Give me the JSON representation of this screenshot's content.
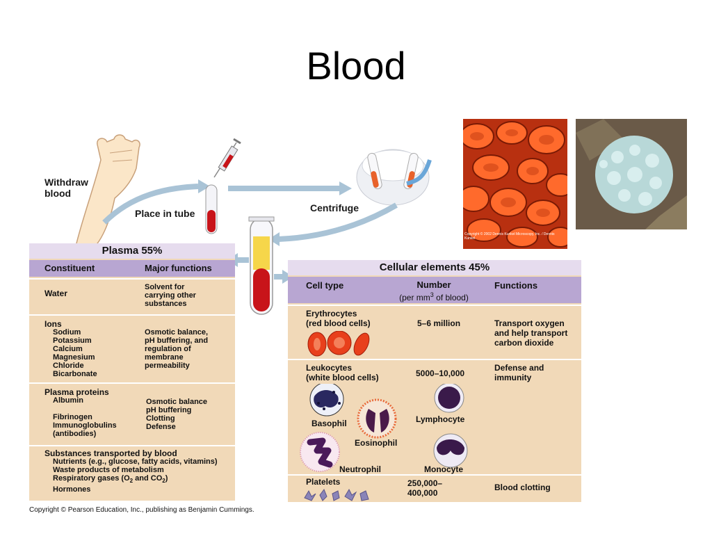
{
  "title": "Blood",
  "diagram": {
    "withdraw": [
      "Withdraw",
      "blood"
    ],
    "place_in_tube": "Place in tube",
    "centrifuge": "Centrifuge"
  },
  "plasma": {
    "heading": "Plasma 55%",
    "col_constituent": "Constituent",
    "col_functions": "Major functions",
    "water": {
      "name": "Water",
      "functions": [
        "Solvent for",
        "carrying other",
        "substances"
      ]
    },
    "ions": {
      "name": "Ions",
      "items": [
        "Sodium",
        "Potassium",
        "Calcium",
        "Magnesium",
        "Chloride",
        "Bicarbonate"
      ],
      "functions": [
        "Osmotic balance,",
        "pH buffering, and",
        "regulation of",
        "membrane",
        "permeability"
      ]
    },
    "proteins": {
      "name": "Plasma proteins",
      "albumin": "Albumin",
      "fibrinogen": "Fibrinogen",
      "immuno": "Immunoglobulins",
      "antibodies": "(antibodies)",
      "func1": "Osmotic balance",
      "func2": "pH buffering",
      "func3": "Clotting",
      "func4": "Defense"
    },
    "substances": {
      "name": "Substances transported by blood",
      "nutrients": "Nutrients (e.g., glucose, fatty acids, vitamins)",
      "waste": "Waste products of metabolism",
      "resp_a": "Respiratory gases (O",
      "sub2": "2",
      "resp_b": " and CO",
      "resp_c": ")",
      "hormones": "Hormones"
    }
  },
  "cellular": {
    "heading": "Cellular elements 45%",
    "col_type": "Cell type",
    "col_number": "Number",
    "col_number_b": "(per mm",
    "col_number_sup": "3",
    "col_number_c": " of blood)",
    "col_functions": "Functions",
    "erythrocytes": {
      "name1": "Erythrocytes",
      "name2": "(red blood cells)",
      "number": "5–6 million",
      "functions": [
        "Transport oxygen",
        "and help transport",
        "carbon dioxide"
      ]
    },
    "leukocytes": {
      "name1": "Leukocytes",
      "name2": "(white blood cells)",
      "number": "5000–10,000",
      "functions": [
        "Defense and",
        "immunity"
      ],
      "basophil": "Basophil",
      "eosinophil": "Eosinophil",
      "neutrophil": "Neutrophil",
      "lymphocyte": "Lymphocyte",
      "monocyte": "Monocyte"
    },
    "platelets": {
      "name": "Platelets",
      "number1": "250,000–",
      "number2": "400,000",
      "function": "Blood clotting"
    }
  },
  "photos": {
    "red_cells_credit": "Copyright © 2002 Dennis Kunkel Microscopy, Inc. / Dennis Kunkel"
  },
  "copyright": "Copyright © Pearson Education, Inc., publishing as Benjamin Cummings.",
  "colors": {
    "table_bg": "#f1d9b8",
    "header_light": "#e6dcee",
    "header_dark": "#b8a6d2",
    "arrow": "#a9c3d6",
    "blood_red": "#c8141a",
    "plasma_yellow": "#f6d64a"
  }
}
